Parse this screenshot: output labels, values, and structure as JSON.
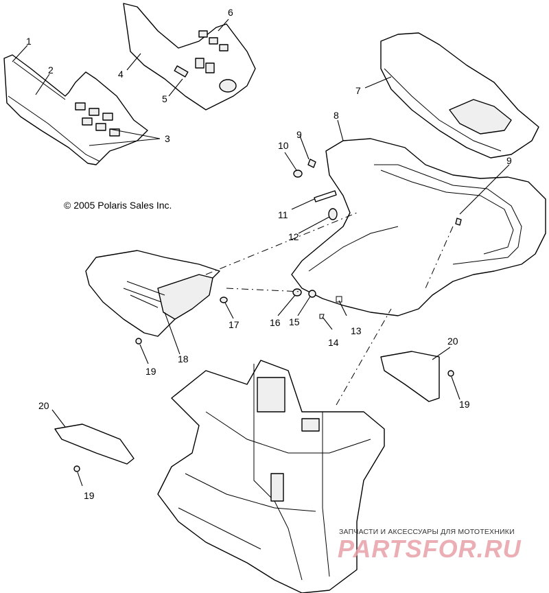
{
  "copyright": "© 2005 Polaris Sales Inc.",
  "callouts": {
    "c1": "1",
    "c2": "2",
    "c3": "3",
    "c4": "4",
    "c5": "5",
    "c6": "6",
    "c7": "7",
    "c8": "8",
    "c9a": "9",
    "c9b": "9",
    "c10": "10",
    "c11": "11",
    "c12": "12",
    "c13": "13",
    "c14": "14",
    "c15": "15",
    "c16": "16",
    "c17": "17",
    "c18": "18",
    "c19a": "19",
    "c19b": "19",
    "c19c": "19",
    "c20a": "20",
    "c20b": "20"
  },
  "watermark": {
    "caption": "ЗАПЧАСТИ И АКСЕССУАРЫ ДЛЯ МОТОТЕХНИКИ",
    "logo": "PARTSFOR.RU",
    "logo_color": "#e8a0a8"
  }
}
